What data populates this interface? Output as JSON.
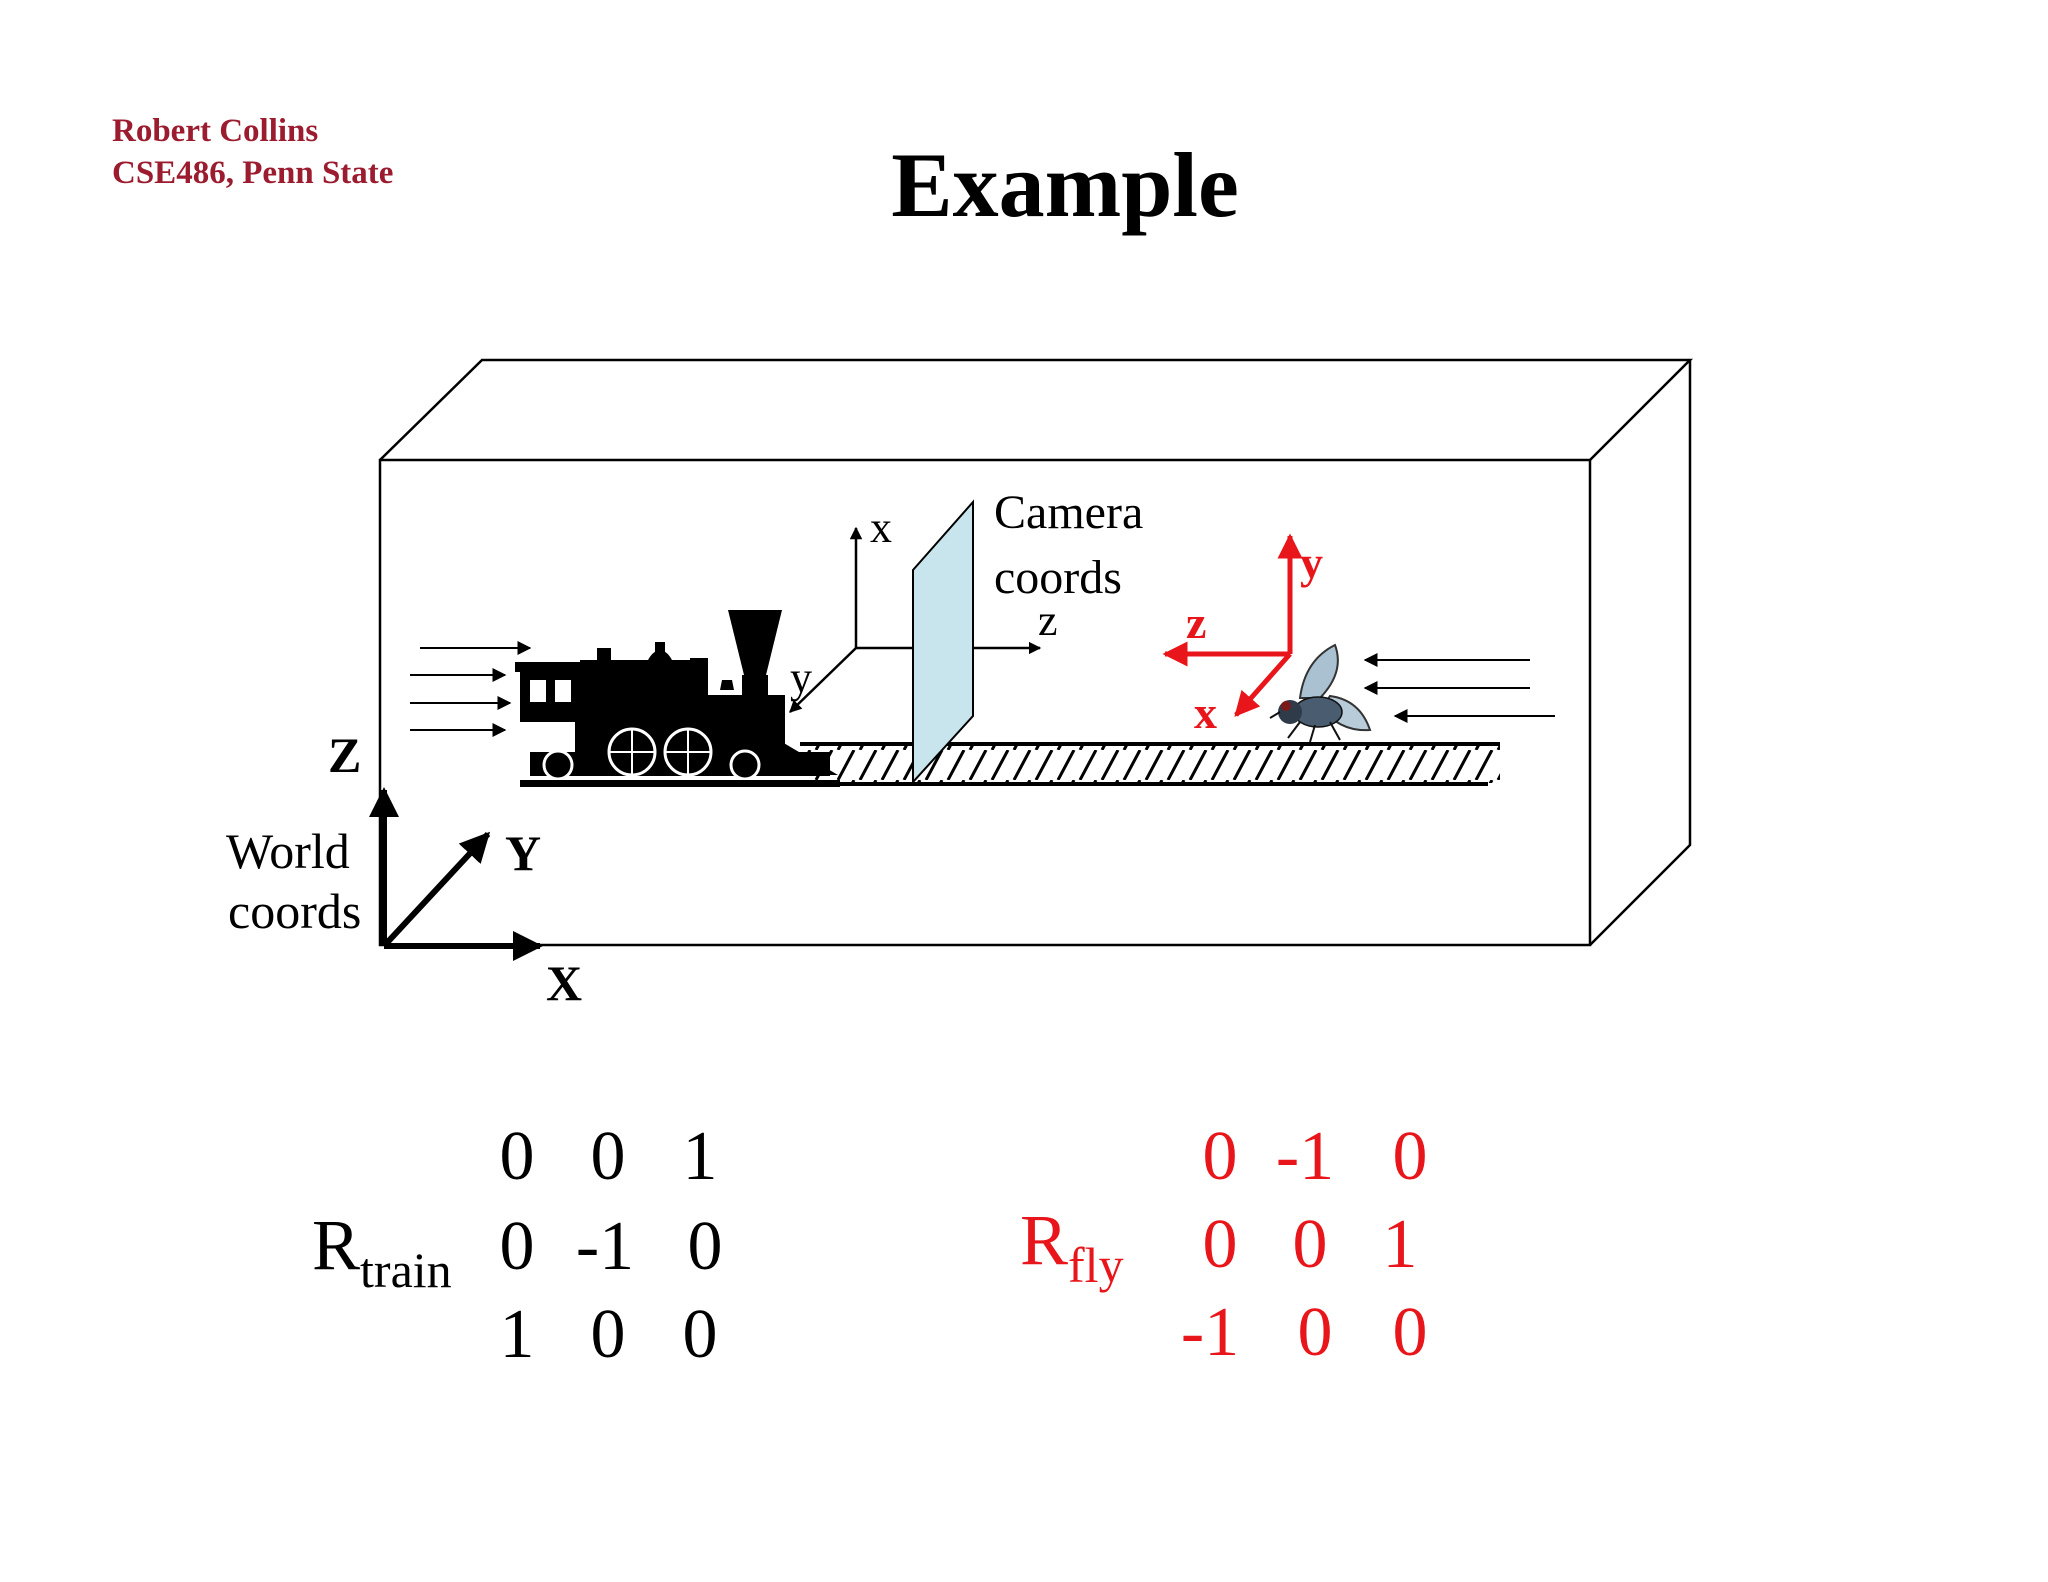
{
  "header": {
    "author_name": "Robert Collins",
    "course": "CSE486, Penn State",
    "title": "Example"
  },
  "colors": {
    "author": "#9b1b2f",
    "fly_axes": "#e8161b",
    "lens": "#c8e4ec",
    "text": "#000000"
  },
  "diagram": {
    "camera_label_line1": "Camera",
    "camera_label_line2": "coords",
    "camera_axis_x": "x",
    "camera_axis_y": "y",
    "camera_axis_z": "z",
    "fly_axis_x": "x",
    "fly_axis_y": "y",
    "fly_axis_z": "z",
    "world_axis_x": "X",
    "world_axis_y": "Y",
    "world_axis_z": "Z",
    "world_label_line1": "World",
    "world_label_line2": "coords",
    "icons": [
      "train-icon",
      "fly-icon",
      "camera-plane-icon"
    ]
  },
  "matrices": {
    "train": {
      "label_base": "R",
      "label_sub": "train",
      "rows": [
        [
          "0",
          "0",
          "1"
        ],
        [
          "0",
          "-1",
          "0"
        ],
        [
          "1",
          "0",
          "0"
        ]
      ]
    },
    "fly": {
      "label_base": "R",
      "label_sub": "fly",
      "rows": [
        [
          "0",
          "-1",
          "0"
        ],
        [
          "0",
          "0",
          "1"
        ],
        [
          "-1",
          "0",
          "0"
        ]
      ]
    }
  }
}
